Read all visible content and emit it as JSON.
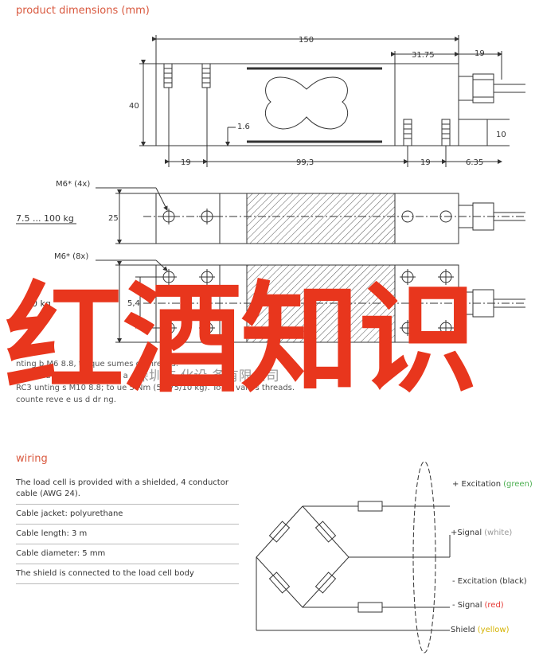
{
  "header": {
    "dimensions_title": "product dimensions (mm)",
    "wiring_title": "wiring"
  },
  "drawing": {
    "dim_150": "150",
    "dim_31_75": "31.75",
    "dim_19_top": "19",
    "dim_40": "40",
    "dim_1_6": "1.6",
    "dim_10": "10",
    "dim_19_left": "19",
    "dim_99_3": "99,3",
    "dim_19_mid": "19",
    "dim_6_35": "6.35",
    "m6_4x": "M6* (4x)",
    "capacity_range": "7.5 ... 100 kg",
    "dim_25": "25",
    "m6_8x": "M6* (8x)",
    "kg_partial": "0 kg",
    "dim_5_4": "5,4"
  },
  "notes": {
    "line1": "nting b    M6 8.8, torque          sumes oi     threads.",
    "line2": "* Unified thread     20 UNC is a",
    "line3": "RC3   unting      s M10 8.8; to    ue 5   Nm (50/75/10   kg). To   ue valu   s    threads.",
    "line4": "counte            reve      e us      d dr    ng.",
    "company_watermark": "深圳市    化设    备有限公司"
  },
  "overlay": {
    "text": "红酒知识"
  },
  "wiring": {
    "specs": [
      "The load cell is provided with a shielded, 4 conductor cable (AWG 24).",
      "Cable jacket: polyurethane",
      "Cable length: 3 m",
      "Cable diameter: 5 mm",
      "The shield is connected to the load cell body"
    ],
    "labels": [
      {
        "name": "+ Excitation",
        "color_word": "(green)",
        "color": "#4caf50"
      },
      {
        "name": "+Signal",
        "color_word": "(white)",
        "color": "#999999"
      },
      {
        "name": "- Excitation",
        "color_word": "(black)",
        "color": "#333333"
      },
      {
        "name": "- Signal",
        "color_word": "(red)",
        "color": "#e53935"
      },
      {
        "name": "Shield",
        "color_word": "(yellow)",
        "color": "#d4b200"
      }
    ]
  },
  "colors": {
    "accent": "#d9593f",
    "overlay": "#e8361d"
  }
}
